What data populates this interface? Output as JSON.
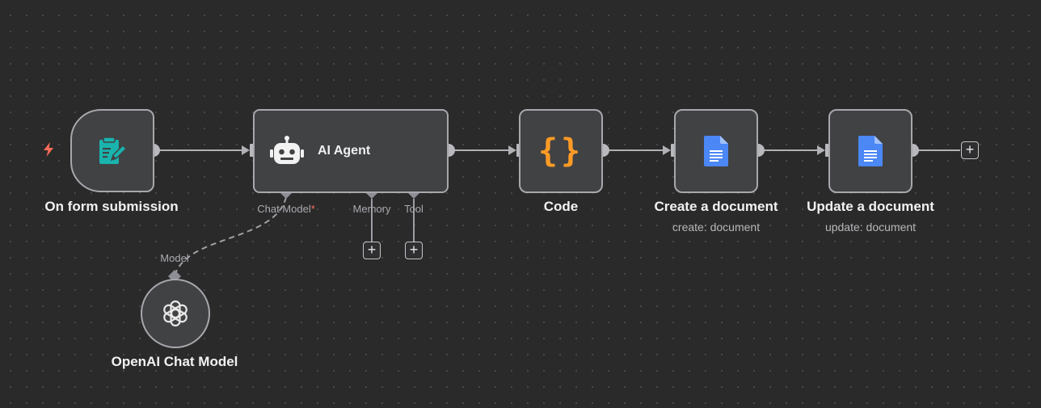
{
  "workflow": {
    "nodes": {
      "form_trigger": {
        "name": "On form submission",
        "icon": "form-edit-icon"
      },
      "ai_agent": {
        "name": "AI Agent",
        "icon": "robot-icon",
        "slots": {
          "chat_model": "Chat Model",
          "chat_model_required": "*",
          "memory": "Memory",
          "tool": "Tool"
        }
      },
      "code": {
        "name": "Code",
        "icon": "curly-braces-icon",
        "glyph": "{}"
      },
      "create_doc": {
        "name": "Create a document",
        "subtitle": "create: document",
        "icon": "google-docs-icon"
      },
      "update_doc": {
        "name": "Update a document",
        "subtitle": "update: document",
        "icon": "google-docs-icon"
      },
      "openai_model": {
        "name": "OpenAI Chat Model",
        "icon": "openai-icon",
        "slot": "Model"
      }
    },
    "plus_glyph": "+"
  },
  "colors": {
    "canvas": "#2a2a2a",
    "node_bg": "#414244",
    "node_border": "#a7a7ac",
    "form_icon": "#1ab3ad",
    "code_icon": "#ff9b26",
    "docs_icon": "#4b87f5",
    "trigger_bolt": "#ff6d5a"
  }
}
